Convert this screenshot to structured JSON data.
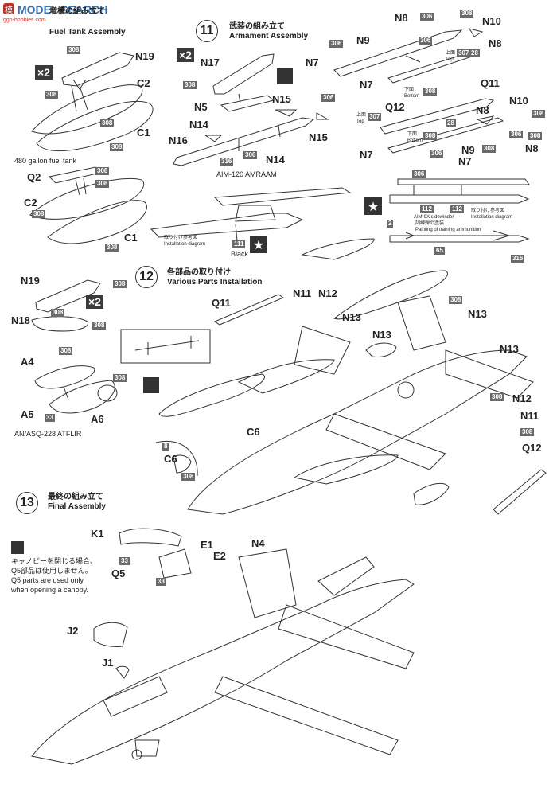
{
  "watermark": {
    "text": "MODEL SEARCH",
    "sub": "ggn-hobbies.com",
    "logo_glyphs": "模"
  },
  "colors": {
    "line": "#333333",
    "tag_bg": "#6a6a6a",
    "watermark_blue": "#3a6fb0",
    "watermark_red": "#c0302a"
  },
  "step10": {
    "title_jp": "増槽の組み立て",
    "title_en": "Fuel Tank Assembly"
  },
  "step11": {
    "number": "11",
    "title_jp": "武装の組み立て",
    "title_en": "Armament Assembly"
  },
  "step12": {
    "number": "12",
    "title_jp": "各部品の取り付け",
    "title_en": "Various Parts Installation"
  },
  "step13": {
    "number": "13",
    "title_jp": "最終の組み立て",
    "title_en": "Final Assembly"
  },
  "labels": {
    "n19_a": "N19",
    "c2_a": "C2",
    "c1_a": "C1",
    "fuel_tank_caption": "480 gallon fuel tank",
    "q2": "Q2",
    "c2_b": "C2",
    "c1_b": "C1",
    "n17": "N17",
    "n5": "N5",
    "n15_a": "N15",
    "n14_a": "N14",
    "n16": "N16",
    "n14_b": "N14",
    "n15_b": "N15",
    "amraam": "AIM-120 AMRAAM",
    "n8_a": "N8",
    "n10_a": "N10",
    "n8_b": "N8",
    "n7_a": "N7",
    "n9_a": "N9",
    "n7_b": "N7",
    "q11_a": "Q11",
    "q12_a": "Q12",
    "n8_c": "N8",
    "n10_b": "N10",
    "n8_d": "N8",
    "n7_c": "N7",
    "n9_b": "N9",
    "n7_d": "N7",
    "install_jp_a": "取り付け参考図",
    "install_en_a": "Installation diagram",
    "black": "Black",
    "sidewinder_caption": "AIM-9X sidewinder",
    "install_jp_b": "取り付け参考図",
    "install_en_b": "Installation diagram",
    "training_jp": "訓練弾の塗装",
    "training_en": "Painting of training ammunition",
    "top_jp": "上面",
    "top_en": "Top",
    "bottom_jp": "下面",
    "bottom_en": "Bottom",
    "n19_b": "N19",
    "n18": "N18",
    "a4": "A4",
    "a5": "A5",
    "a6": "A6",
    "atflir": "AN/ASQ-228 ATFLIR",
    "q11_b": "Q11",
    "n11_a": "N11",
    "n12_a": "N12",
    "n13_a": "N13",
    "n13_b": "N13",
    "n13_c": "N13",
    "n13_d": "N13",
    "c6_a": "C6",
    "c6_b": "C6",
    "n12_b": "N12",
    "n11_b": "N11",
    "q12_b": "Q12",
    "k1": "K1",
    "e1": "E1",
    "e2": "E2",
    "n4": "N4",
    "q5": "Q5",
    "j2": "J2",
    "j1": "J1"
  },
  "note": {
    "jp_line1": "キャノピーを閉じる場合、",
    "jp_line2": "Q5部品は使用しません。",
    "en_line1": "Q5 parts are used only",
    "en_line2": "when opening a canopy."
  },
  "tags": {
    "t308": "308",
    "t306": "306",
    "t307": "307",
    "t28": "28",
    "t316": "316",
    "t33": "33",
    "t8": "8",
    "t2": "2",
    "t65": "65",
    "t111": "111",
    "t112": "112"
  },
  "times": "×2"
}
